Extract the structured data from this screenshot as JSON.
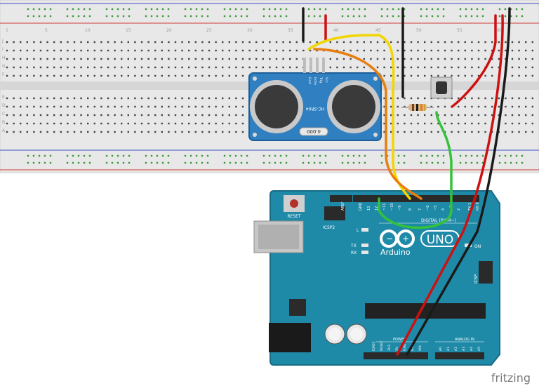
{
  "breadboard": {
    "column_numbers": [
      "1",
      "5",
      "10",
      "15",
      "20",
      "25",
      "30",
      "35",
      "40",
      "45",
      "50",
      "55",
      "60"
    ],
    "row_letters_top": [
      "J",
      "I",
      "H",
      "G",
      "F"
    ],
    "row_letters_bottom": [
      "E",
      "D",
      "C",
      "B",
      "A"
    ]
  },
  "sensor": {
    "model": "HC-SR04",
    "pins": [
      "Vcc",
      "Trig",
      "Echo",
      "Gnd"
    ],
    "crystal_label": "4.000"
  },
  "arduino": {
    "brand": "Arduino",
    "model": "UNO",
    "reset_label": "RESET",
    "icsp_label": "ICSP",
    "icsp2_label": "ICSP2",
    "on_label": "ON",
    "digital_label": "DIGITAL (PWM~)",
    "power_label": "POWER",
    "analog_label": "ANALOG IN",
    "tx_label": "TX",
    "rx_label": "RX",
    "l_label": "L",
    "aref_label": "AREF",
    "gnd_label": "GND",
    "txd_label": "TX 1",
    "rxd_label": "RX 0",
    "digital_pins": [
      "13",
      "12",
      "~11",
      "~10",
      "~9",
      "8",
      "7",
      "~6",
      "~5",
      "4",
      "~3",
      "2"
    ],
    "power_pins": [
      "IOREF",
      "RESET",
      "3V3",
      "5V",
      "GND",
      "GND",
      "VIN"
    ],
    "analog_pins": [
      "A0",
      "A1",
      "A2",
      "A3",
      "A4",
      "A5"
    ]
  },
  "wires": [
    {
      "name": "wire-vcc-black",
      "color": "#1a1a1a"
    },
    {
      "name": "wire-trig-red",
      "color": "#cc1111"
    },
    {
      "name": "wire-yellow",
      "color": "#f2d600"
    },
    {
      "name": "wire-orange",
      "color": "#e67e10"
    },
    {
      "name": "wire-green",
      "color": "#34c23a"
    },
    {
      "name": "wire-5v-red",
      "color": "#cc1111"
    },
    {
      "name": "wire-gnd-black",
      "color": "#1a1a1a"
    }
  ],
  "components": {
    "resistor": "resistor",
    "button": "push-button"
  },
  "footer": {
    "brand": "fritzing"
  }
}
